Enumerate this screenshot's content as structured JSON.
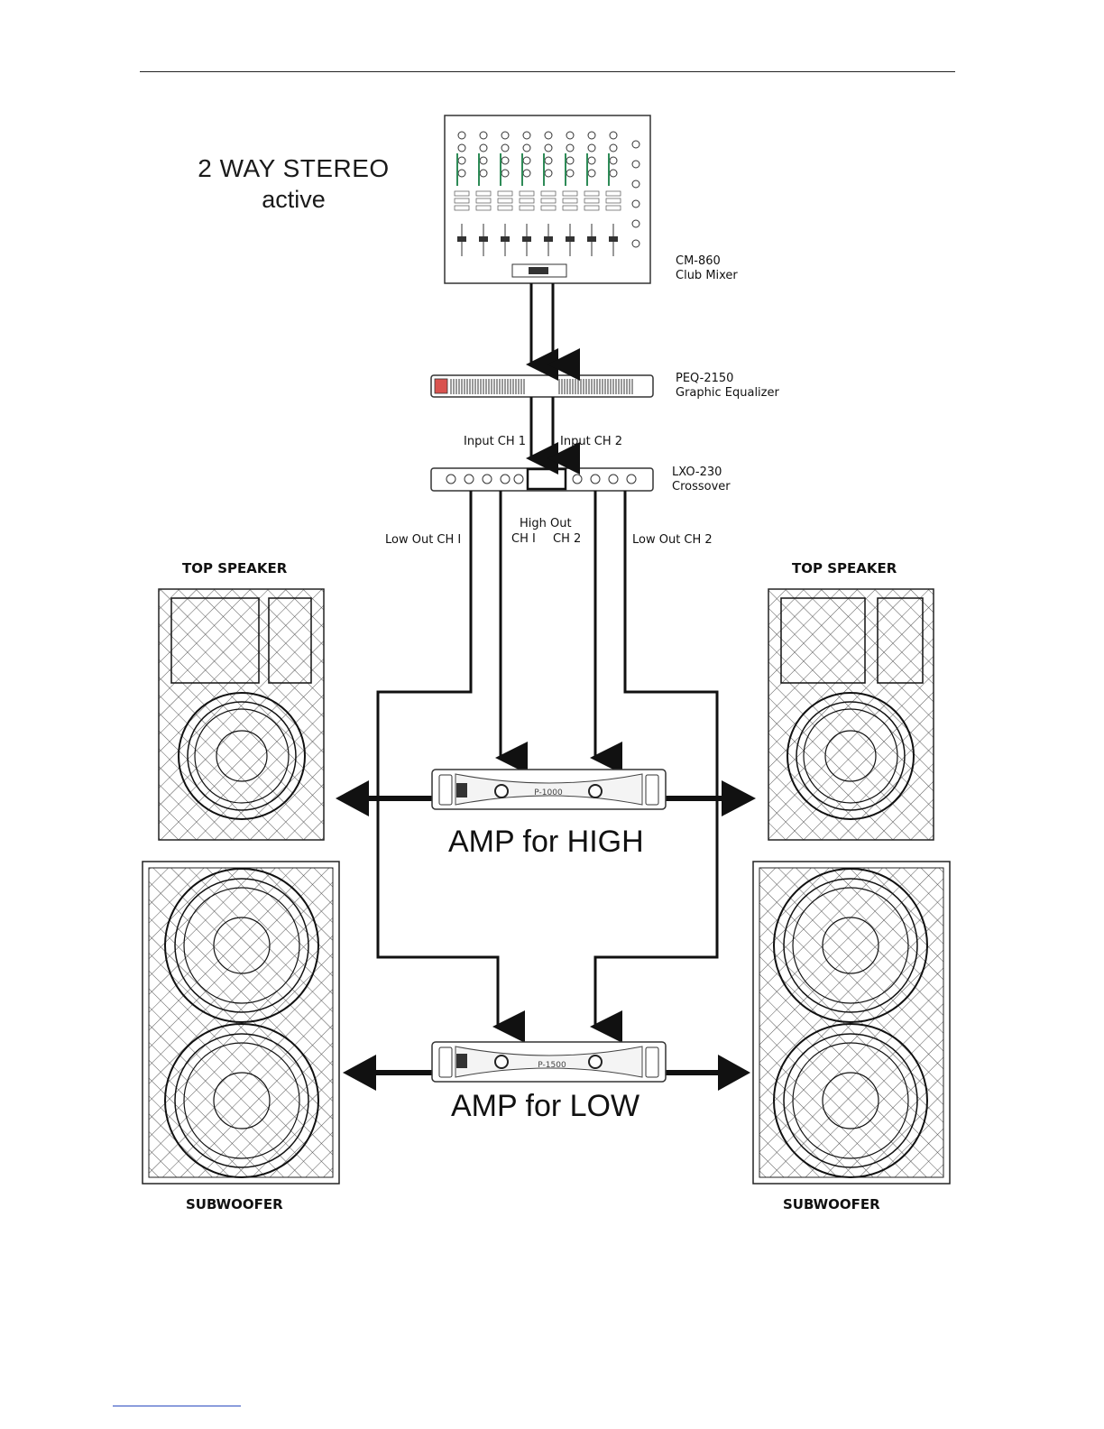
{
  "title": {
    "line1": "2 WAY STEREO",
    "line2": "active"
  },
  "devices": {
    "mixer": {
      "model": "CM-860",
      "name": "Club Mixer"
    },
    "equalizer": {
      "model": "PEQ-2150",
      "name": "Graphic Equalizer"
    },
    "crossover": {
      "model": "LXO-230",
      "name": "Crossover"
    }
  },
  "signal_labels": {
    "input_ch1": "Input CH 1",
    "input_ch2": "Input CH 2",
    "low_out_ch1": "Low Out CH I",
    "high_out": "High Out",
    "high_ch1": "CH I",
    "high_ch2": "CH 2",
    "low_out_ch2": "Low Out CH 2"
  },
  "speakers": {
    "top_left": "TOP SPEAKER",
    "top_right": "TOP SPEAKER",
    "sub_left": "SUBWOOFER",
    "sub_right": "SUBWOOFER"
  },
  "amplifiers": {
    "high": {
      "label": "AMP for HIGH",
      "model": "P-1000"
    },
    "low": {
      "label": "AMP for LOW",
      "model": "P-1500"
    }
  }
}
